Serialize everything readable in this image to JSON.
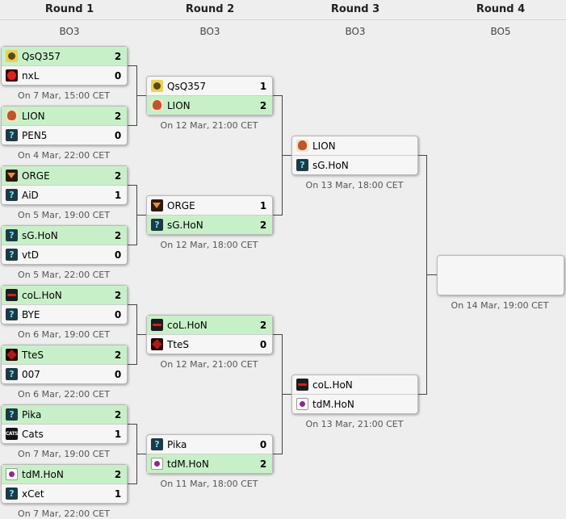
{
  "rounds": [
    {
      "title": "Round 1",
      "format": "BO3"
    },
    {
      "title": "Round 2",
      "format": "BO3"
    },
    {
      "title": "Round 3",
      "format": "BO3"
    },
    {
      "title": "Round 4",
      "format": "BO5"
    }
  ],
  "r1": [
    {
      "t1": {
        "name": "QsQ357",
        "score": "2",
        "icon": "qsq-logo-icon"
      },
      "t2": {
        "name": "nxL",
        "score": "0",
        "icon": "nxl-logo-icon"
      },
      "date": "On 7 Mar, 15:00 CET"
    },
    {
      "t1": {
        "name": "LION",
        "score": "2",
        "icon": "lion-logo-icon"
      },
      "t2": {
        "name": "PEN5",
        "score": "0",
        "icon": "unknown-team-icon"
      },
      "date": "On 4 Mar, 22:00 CET"
    },
    {
      "t1": {
        "name": "ORGE",
        "score": "2",
        "icon": "orge-logo-icon"
      },
      "t2": {
        "name": "AiD",
        "score": "1",
        "icon": "unknown-team-icon"
      },
      "date": "On 5 Mar, 19:00 CET"
    },
    {
      "t1": {
        "name": "sG.HoN",
        "score": "2",
        "icon": "unknown-team-icon"
      },
      "t2": {
        "name": "vtD",
        "score": "0",
        "icon": "unknown-team-icon"
      },
      "date": "On 5 Mar, 22:00 CET"
    },
    {
      "t1": {
        "name": "coL.HoN",
        "score": "2",
        "icon": "col-logo-icon"
      },
      "t2": {
        "name": "BYE",
        "score": "0",
        "icon": "unknown-team-icon"
      },
      "date": "On 6 Mar, 19:00 CET"
    },
    {
      "t1": {
        "name": "TteS",
        "score": "2",
        "icon": "ttes-logo-icon"
      },
      "t2": {
        "name": "007",
        "score": "0",
        "icon": "unknown-team-icon"
      },
      "date": "On 6 Mar, 22:00 CET"
    },
    {
      "t1": {
        "name": "Pika",
        "score": "2",
        "icon": "unknown-team-icon"
      },
      "t2": {
        "name": "Cats",
        "score": "1",
        "icon": "cats-logo-icon",
        "icon_text": "CATS"
      },
      "date": "On 7 Mar, 19:00 CET"
    },
    {
      "t1": {
        "name": "tdM.HoN",
        "score": "2",
        "icon": "tdm-logo-icon"
      },
      "t2": {
        "name": "xCet",
        "score": "1",
        "icon": "unknown-team-icon"
      },
      "date": "On 7 Mar, 22:00 CET"
    }
  ],
  "r2": [
    {
      "t1": {
        "name": "QsQ357",
        "score": "1",
        "icon": "qsq-logo-icon"
      },
      "t2": {
        "name": "LION",
        "score": "2",
        "icon": "lion-logo-icon"
      },
      "date": "On 12 Mar, 21:00 CET"
    },
    {
      "t1": {
        "name": "ORGE",
        "score": "1",
        "icon": "orge-logo-icon"
      },
      "t2": {
        "name": "sG.HoN",
        "score": "2",
        "icon": "unknown-team-icon"
      },
      "date": "On 12 Mar, 18:00 CET"
    },
    {
      "t1": {
        "name": "coL.HoN",
        "score": "2",
        "icon": "col-logo-icon"
      },
      "t2": {
        "name": "TteS",
        "score": "0",
        "icon": "ttes-logo-icon"
      },
      "date": "On 12 Mar, 21:00 CET"
    },
    {
      "t1": {
        "name": "Pika",
        "score": "0",
        "icon": "unknown-team-icon"
      },
      "t2": {
        "name": "tdM.HoN",
        "score": "2",
        "icon": "tdm-logo-icon"
      },
      "date": "On 11 Mar, 18:00 CET"
    }
  ],
  "r3": [
    {
      "t1": {
        "name": "LION",
        "score": "",
        "icon": "lion-logo-icon"
      },
      "t2": {
        "name": "sG.HoN",
        "score": "",
        "icon": "unknown-team-icon"
      },
      "date": "On 13 Mar, 18:00 CET"
    },
    {
      "t1": {
        "name": "coL.HoN",
        "score": "",
        "icon": "col-logo-icon"
      },
      "t2": {
        "name": "tdM.HoN",
        "score": "",
        "icon": "tdm-logo-icon"
      },
      "date": "On 13 Mar, 21:00 CET"
    }
  ],
  "final": {
    "date": "On 14 Mar, 19:00 CET"
  },
  "colors": {
    "win_bg": "#c8f0c8",
    "box_bg": "#f6f6f6",
    "line": "#444444",
    "page_bg": "#eeeeee"
  }
}
